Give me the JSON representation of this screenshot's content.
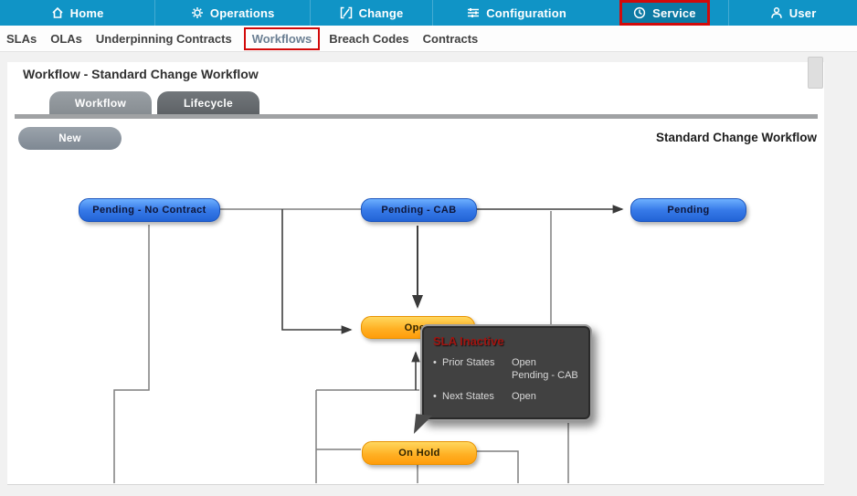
{
  "nav": {
    "items": [
      {
        "label": "Home",
        "icon": "home-icon"
      },
      {
        "label": "Operations",
        "icon": "operations-icon"
      },
      {
        "label": "Change",
        "icon": "change-icon"
      },
      {
        "label": "Configuration",
        "icon": "configuration-icon"
      },
      {
        "label": "Service",
        "icon": "service-icon",
        "active": true,
        "highlighted": true
      },
      {
        "label": "User",
        "icon": "user-icon"
      }
    ]
  },
  "subnav": {
    "items": [
      "SLAs",
      "OLAs",
      "Underpinning Contracts",
      "Workflows",
      "Breach Codes",
      "Contracts"
    ],
    "highlighted": "Workflows"
  },
  "page": {
    "title": "Workflow - Standard Change Workflow"
  },
  "tabs": {
    "workflow": "Workflow",
    "lifecycle": "Lifecycle",
    "active": "Workflow"
  },
  "toolbar": {
    "new_button": "New",
    "workflow_name": "Standard Change Workflow"
  },
  "diagram": {
    "nodes": [
      {
        "id": "pending-no-contract",
        "label": "Pending - No Contract",
        "color": "blue"
      },
      {
        "id": "pending-cab",
        "label": "Pending - CAB",
        "color": "blue"
      },
      {
        "id": "pending",
        "label": "Pending",
        "color": "blue"
      },
      {
        "id": "open",
        "label": "Open",
        "color": "orange"
      },
      {
        "id": "on-hold",
        "label": "On Hold",
        "color": "orange"
      }
    ]
  },
  "tooltip": {
    "title": "SLA Inactive",
    "bullet": "•",
    "rows": [
      {
        "label": "Prior States",
        "values": [
          "Open",
          "Pending - CAB"
        ]
      },
      {
        "label": "Next States",
        "values": [
          "Open"
        ]
      }
    ]
  },
  "colors": {
    "navbar": "#1094c6",
    "nav_active_bg": "#0c7aa4",
    "annotation_red": "#d20a0a",
    "node_blue": "#2263d6",
    "node_orange": "#ff9c0a",
    "tooltip_bg": "#414141",
    "tooltip_title_red": "#a01410"
  }
}
